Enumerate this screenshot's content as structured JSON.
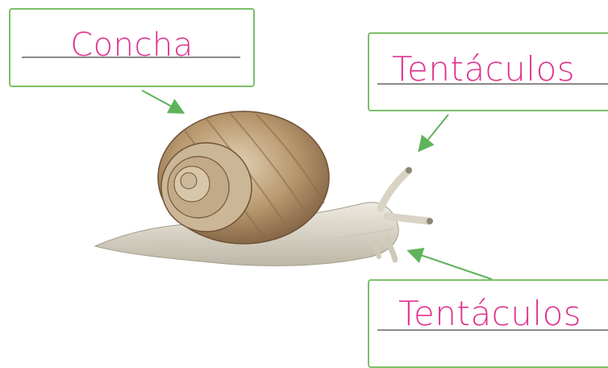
{
  "labels": {
    "concha": "Concha",
    "tentaculos_top": "Tentáculos",
    "tentaculos_bottom": "Tentáculos"
  },
  "colors": {
    "label_text": "#e0338f",
    "box_border": "#7cc06a",
    "arrow": "#5fb35a",
    "underline": "#8a8a8a"
  },
  "image": "snail-photo"
}
